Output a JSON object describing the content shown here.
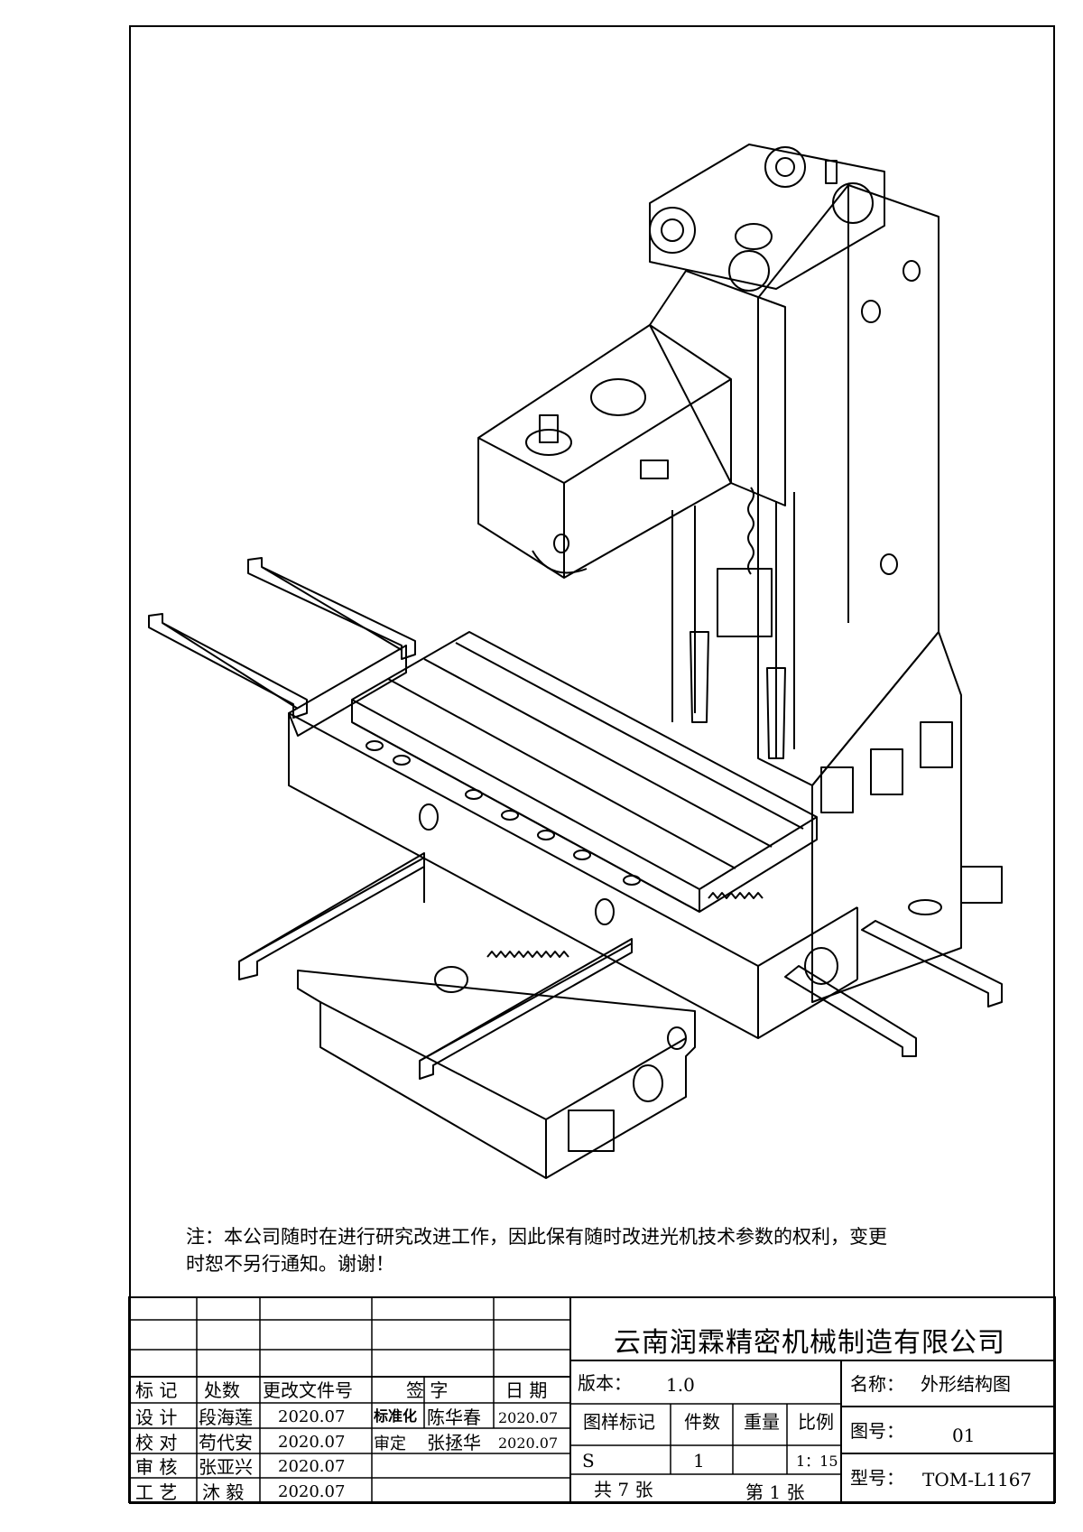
{
  "note": {
    "line1": "注：本公司随时在进行研究改进工作，因此保有随时改进光机技术参数的权利，变更",
    "line2": "时恕不另行通知。谢谢！"
  },
  "company": "云南润霖精密机械制造有限公司",
  "revision_headers": {
    "mark": "标 记",
    "count": "处数",
    "change_doc": "更改文件号",
    "signature": "签 字",
    "date": "日 期"
  },
  "approvals": {
    "design_label": "设 计",
    "design_name": "段海莲",
    "design_date": "2020.07",
    "check_label": "校 对",
    "check_name": "苟代安",
    "check_date": "2020.07",
    "review_label": "审 核",
    "review_name": "张亚兴",
    "review_date": "2020.07",
    "process_label": "工 艺",
    "process_name": "沐 毅",
    "process_date": "2020.07",
    "std_label": "标准化",
    "std_name": "陈华春",
    "std_date": "2020.07",
    "approve_label": "审定",
    "approve_name": "张拯华",
    "approve_date": "2020.07"
  },
  "info": {
    "version_label": "版本：",
    "version_value": "1.0",
    "sample_mark_label": "图样标记",
    "qty_label": "件数",
    "weight_label": "重量",
    "scale_label": "比例",
    "sample_mark_value": "S",
    "qty_value": "1",
    "scale_value": "1：15",
    "total_sheets": "共 7 张",
    "sheet_no": "第 1 张",
    "name_label": "名称：",
    "name_value": "外形结构图",
    "drawing_no_label": "图号：",
    "drawing_no_value": "01",
    "model_label": "型号：",
    "model_value": "TOM-L1167"
  }
}
